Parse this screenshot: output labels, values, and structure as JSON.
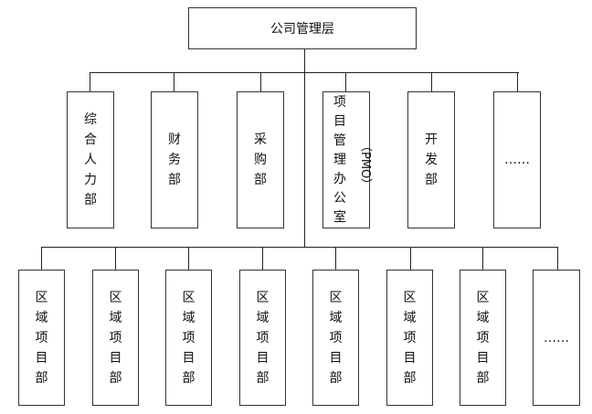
{
  "top": {
    "label": "公司管理层"
  },
  "departments": [
    {
      "label": "综合人力部"
    },
    {
      "label": "财务部"
    },
    {
      "label": "采购部"
    },
    {
      "label": "项目管理办公室",
      "side": "（PMO）"
    },
    {
      "label": "开发部"
    },
    {
      "label": "……"
    }
  ],
  "regions": [
    {
      "label": "区域项目部"
    },
    {
      "label": "区域项目部"
    },
    {
      "label": "区域项目部"
    },
    {
      "label": "区域项目部"
    },
    {
      "label": "区域项目部"
    },
    {
      "label": "区域项目部"
    },
    {
      "label": "区域项目部"
    },
    {
      "label": "……"
    }
  ]
}
